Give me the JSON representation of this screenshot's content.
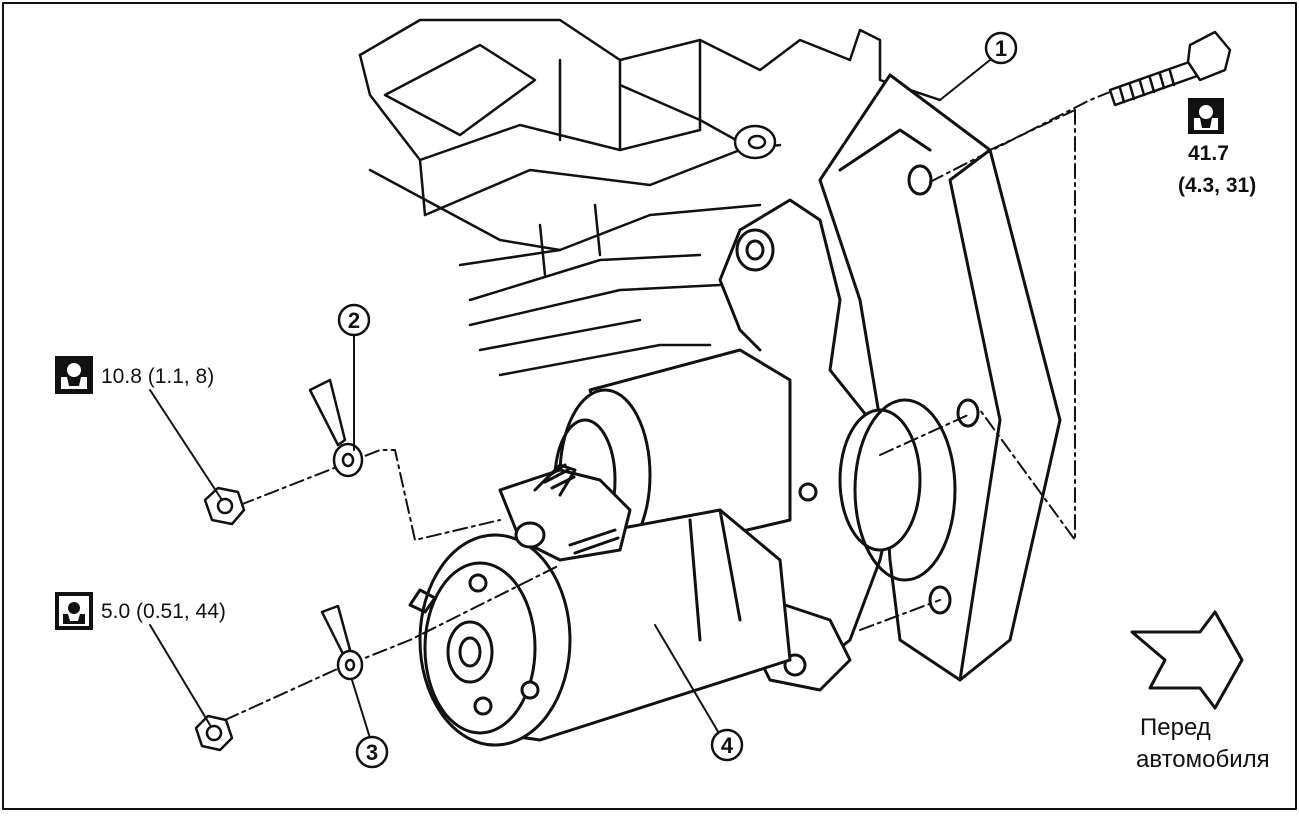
{
  "callouts": [
    {
      "number": "1",
      "part": "engine-mounting-plate"
    },
    {
      "number": "2",
      "part": "harness-terminal"
    },
    {
      "number": "3",
      "part": "harness-terminal"
    },
    {
      "number": "4",
      "part": "starter-motor"
    }
  ],
  "torques": {
    "bolt_value": "41.7",
    "bolt_value_alt": "(4.3, 31)",
    "nut_upper": "10.8 (1.1, 8)",
    "nut_lower": "5.0 (0.51, 44)"
  },
  "icons": {
    "torque_icon": "torque-wrench-icon",
    "torque_icon_alt": "torque-wrench-inch-icon",
    "front_arrow": "front-arrow-icon"
  },
  "front_label": {
    "line1": "Перед",
    "line2": "автомобиля"
  },
  "colors": {
    "ink": "#111111",
    "paper": "#ffffff"
  }
}
